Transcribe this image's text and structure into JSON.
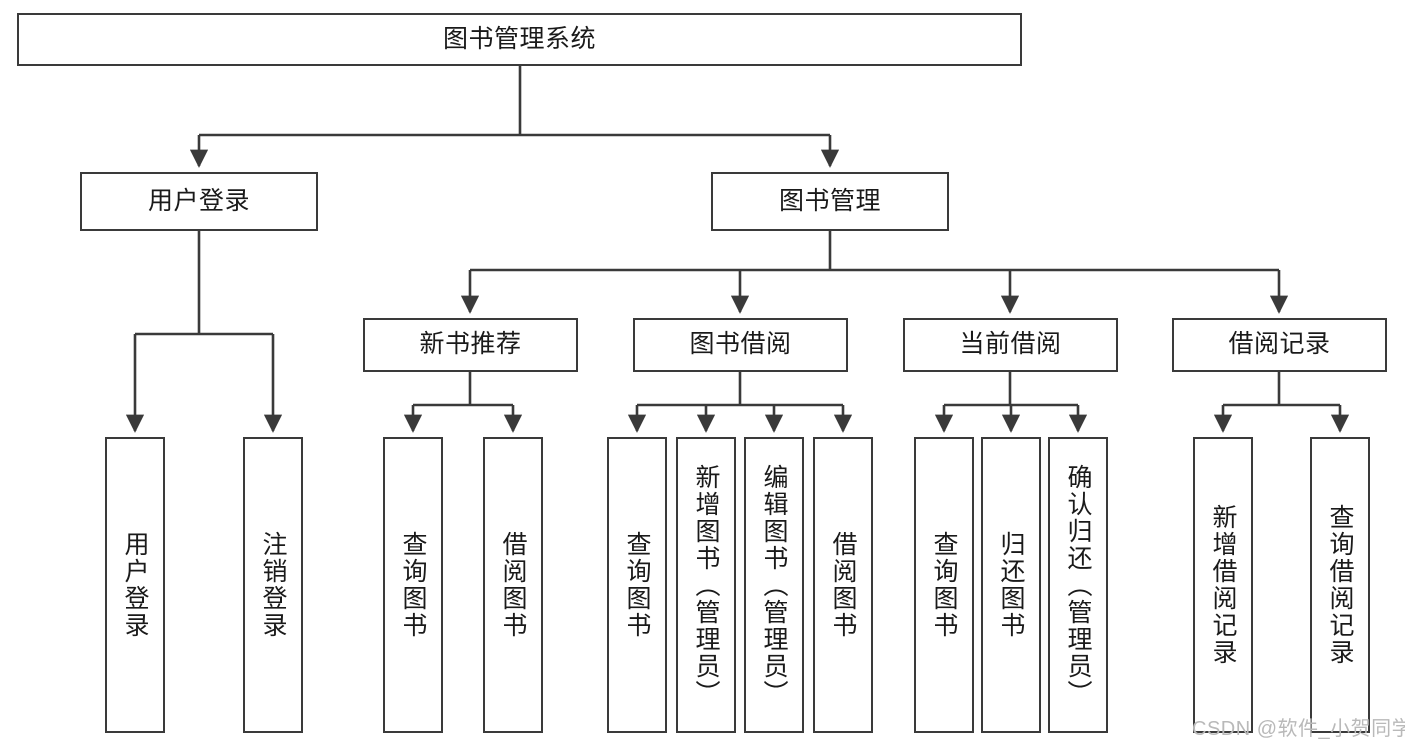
{
  "diagram": {
    "title": "图书管理系统",
    "root": {
      "label": "图书管理系统"
    },
    "level2": [
      {
        "label": "用户登录"
      },
      {
        "label": "图书管理"
      }
    ],
    "level3": [
      {
        "label": "新书推荐"
      },
      {
        "label": "图书借阅"
      },
      {
        "label": "当前借阅"
      },
      {
        "label": "借阅记录"
      }
    ],
    "leaves": {
      "user_login": [
        {
          "label": "用户登录"
        },
        {
          "label": "注销登录"
        }
      ],
      "new_book": [
        {
          "label": "查询图书"
        },
        {
          "label": "借阅图书"
        }
      ],
      "book_borrow": [
        {
          "label": "查询图书"
        },
        {
          "label": "新增图书（管理员）"
        },
        {
          "label": "编辑图书（管理员）"
        },
        {
          "label": "借阅图书"
        }
      ],
      "current_borrow": [
        {
          "label": "查询图书"
        },
        {
          "label": "归还图书"
        },
        {
          "label": "确认归还（管理员）"
        }
      ],
      "borrow_record": [
        {
          "label": "新增借阅记录"
        },
        {
          "label": "查询借阅记录"
        }
      ]
    }
  },
  "watermark": {
    "text": "CSDN @软件_小贺同学"
  },
  "colors": {
    "stroke": "#3a3a3a",
    "text": "#1a1a1a",
    "background": "#ffffff",
    "watermark": "#b9b9b9"
  }
}
